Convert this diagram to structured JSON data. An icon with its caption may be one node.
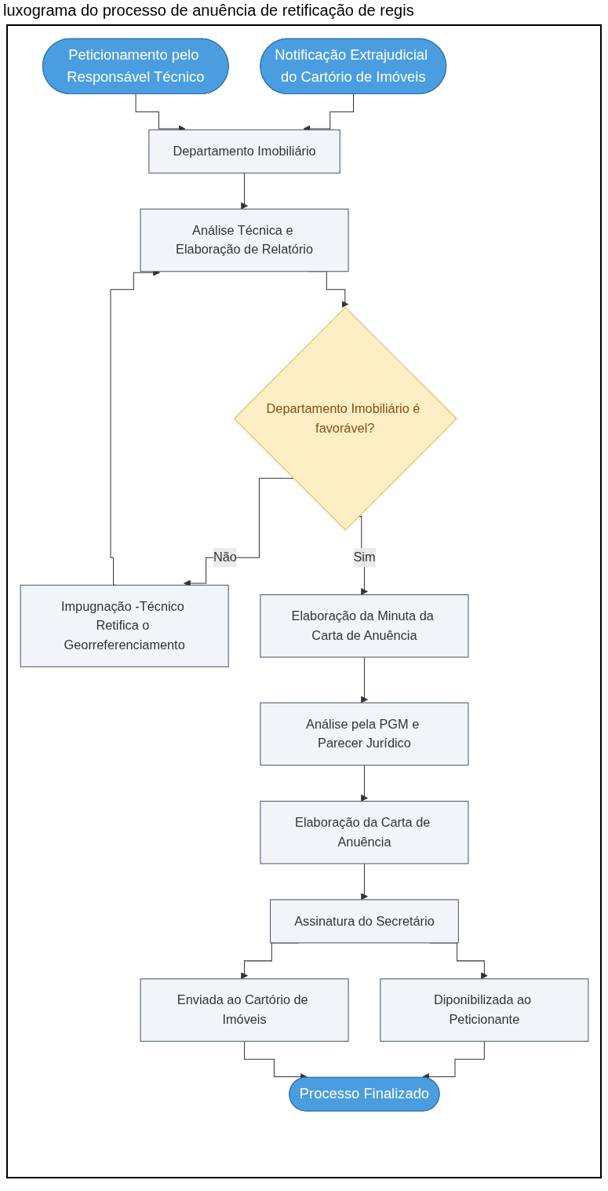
{
  "diagram": {
    "title": "luxograma do processo de anuência de retificação de regis",
    "nodes": [
      {
        "text": [
          "Notificação Extrajudicial do Cartório de Imóveis"
        ]
      },
      {
        "text": [
          "Peticionamento pelo Responsável Técnico"
        ]
      },
      {
        "text": [
          "Departamento Imobiliário"
        ]
      },
      {
        "text": [
          "Análise Técnica e Elaboração de Relatório"
        ]
      },
      {
        "text": [
          "Departamento Imobiliário é favorável?"
        ]
      },
      {
        "text": [
          "Impugnação -Técnico Retifica o Georreferenciamento"
        ]
      },
      {
        "text": [
          "Elaboração da Minuta da Carta de Anuência"
        ]
      },
      {
        "text": [
          "Análise pela PGM e Parecer Jurídico"
        ]
      },
      {
        "text": [
          "Elaboração da Carta de Anuência"
        ]
      },
      {
        "text": [
          "Assinatura do Secretário"
        ]
      },
      {
        "text": [
          "Diponibilizada ao Peticionante"
        ]
      },
      {
        "text": [
          "Enviada ao Cartório de Imóveis"
        ]
      },
      {
        "text": [
          "Processo Finalizado"
        ]
      }
    ],
    "edges": [
      {
        "from": 0,
        "to": 2,
        "arrow": "to"
      },
      {
        "from": 1,
        "to": 2,
        "arrow": "to"
      },
      {
        "from": 2,
        "to": 3,
        "arrow": "to"
      },
      {
        "from": 3,
        "to": 4,
        "arrow": "to"
      },
      {
        "from": 4,
        "to": 5,
        "arrow": "to",
        "label": "Não"
      },
      {
        "from": 4,
        "to": 6,
        "arrow": "to",
        "label": "Sim"
      },
      {
        "from": 5,
        "to": 3,
        "arrow": "to"
      },
      {
        "from": 6,
        "to": 7,
        "arrow": "to"
      },
      {
        "from": 7,
        "to": 8,
        "arrow": "to"
      },
      {
        "from": 8,
        "to": 9,
        "arrow": "to"
      },
      {
        "from": 9,
        "to": 10,
        "arrow": "to"
      },
      {
        "from": 9,
        "to": 11,
        "arrow": "to"
      },
      {
        "from": 10,
        "to": 12,
        "arrow": "to"
      },
      {
        "from": 11,
        "to": 12,
        "arrow": "to"
      }
    ]
  }
}
